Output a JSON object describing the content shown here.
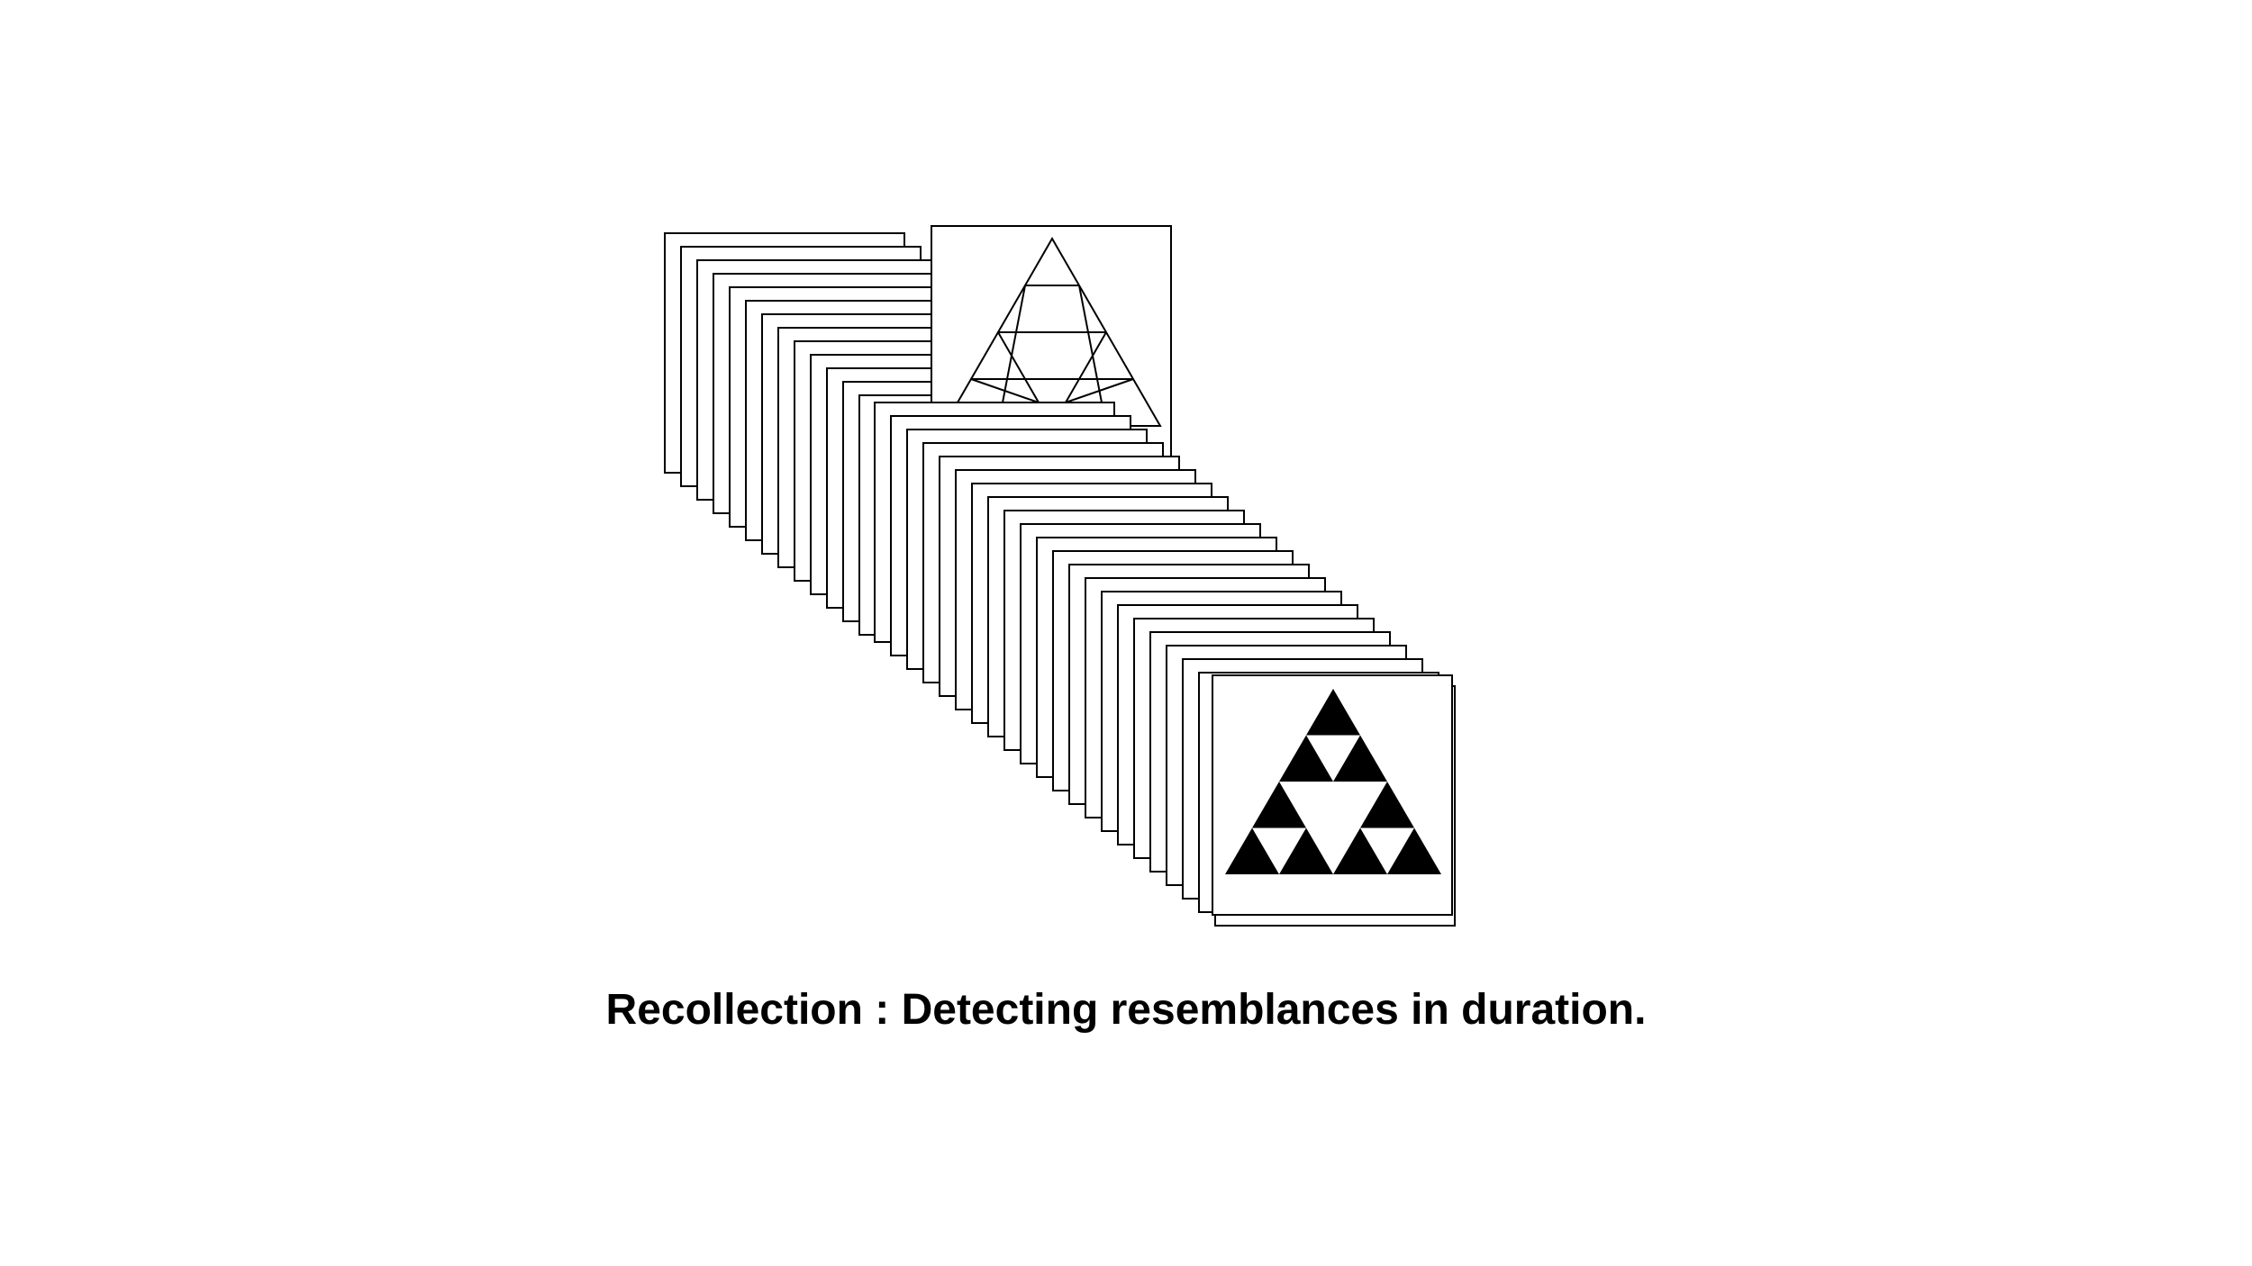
{
  "caption": "Recollection : Detecting resemblances in duration.",
  "colors": {
    "stroke": "#000000",
    "card_fill": "#ffffff",
    "fill": "#000000",
    "background": "#ffffff"
  },
  "diagram": {
    "upper_stack_card_count": 13,
    "lower_stack_card_count": 22,
    "upper_front_card_pattern": "outlined-triangle-grid",
    "lower_front_card_pattern": "filled-sierpinski-triangle"
  }
}
